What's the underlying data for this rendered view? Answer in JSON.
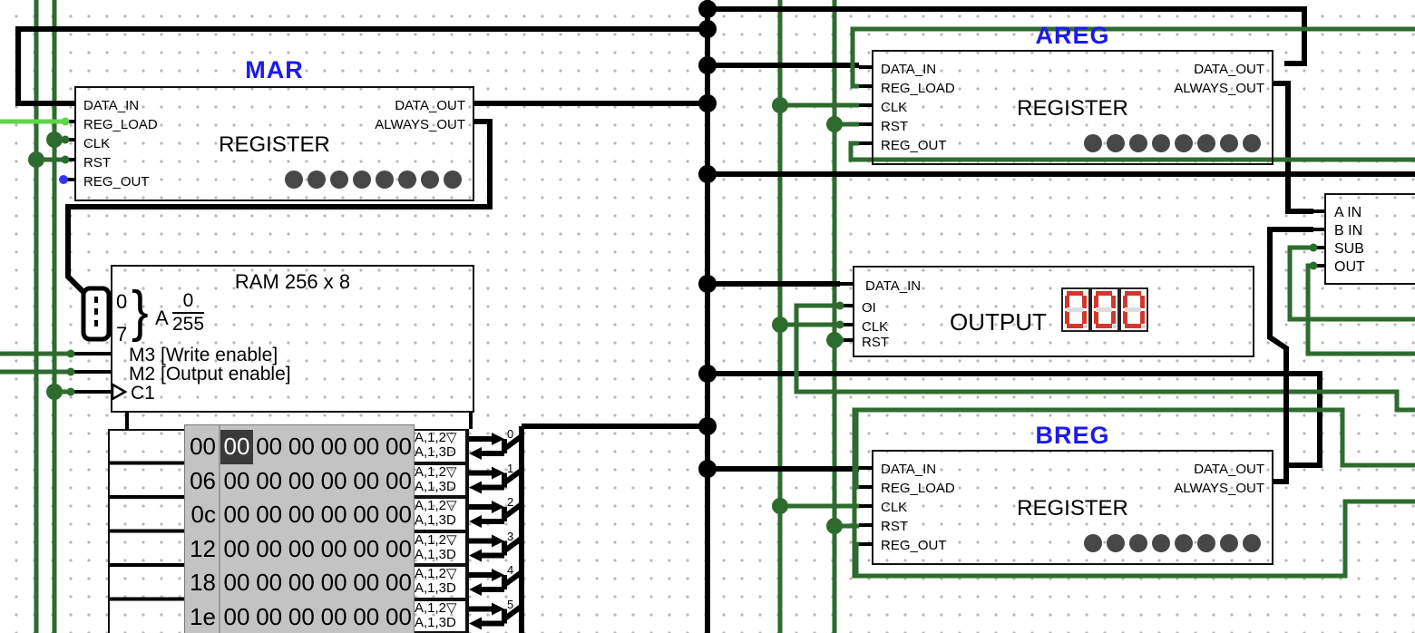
{
  "colors": {
    "wire_black": "#000000",
    "wire_green_low": "#2e6b2e",
    "wire_green_high": "#5ed648",
    "pin_blue": "#1b1beb",
    "title_blue": "#1b1beb",
    "led_gray": "#474747",
    "segment_red": "#d3372c",
    "segment_off": "#dcdcdc",
    "table_gray": "#c3c3c3",
    "highlight_bg": "#3a3a3a",
    "highlight_fg": "#ffffff"
  },
  "registers": {
    "mar": {
      "title": "MAR",
      "center_label": "REGISTER",
      "pins_left": [
        "DATA_IN",
        "REG_LOAD",
        "CLK",
        "RST",
        "REG_OUT"
      ],
      "pins_right": [
        "DATA_OUT",
        "ALWAYS_OUT"
      ],
      "led_count": 8
    },
    "areg": {
      "title": "AREG",
      "center_label": "REGISTER",
      "pins_left": [
        "DATA_IN",
        "REG_LOAD",
        "CLK",
        "RST",
        "REG_OUT"
      ],
      "pins_right": [
        "DATA_OUT",
        "ALWAYS_OUT"
      ],
      "led_count": 8
    },
    "breg": {
      "title": "BREG",
      "center_label": "REGISTER",
      "pins_left": [
        "DATA_IN",
        "REG_LOAD",
        "CLK",
        "RST",
        "REG_OUT"
      ],
      "pins_right": [
        "DATA_OUT",
        "ALWAYS_OUT"
      ],
      "led_count": 8
    }
  },
  "ram": {
    "title": "RAM 256 x 8",
    "addr_pin_low": "0",
    "addr_pin_high": "7",
    "addr_letter": "A",
    "addr_frac_top": "0",
    "addr_frac_bottom": "255",
    "write_enable_label": "M3 [Write enable]",
    "output_enable_label": "M2 [Output enable]",
    "clock_label": "C1",
    "port_line1": "A,1,2▽",
    "port_line2": "A,1,3D",
    "pin_numbers": [
      "0",
      "1",
      "2",
      "3",
      "4",
      "5"
    ],
    "contents": {
      "addresses": [
        "00",
        "06",
        "0c",
        "12",
        "18",
        "1e"
      ],
      "rows": [
        [
          "00",
          "00",
          "00",
          "00",
          "00",
          "00"
        ],
        [
          "00",
          "00",
          "00",
          "00",
          "00",
          "00"
        ],
        [
          "00",
          "00",
          "00",
          "00",
          "00",
          "00"
        ],
        [
          "00",
          "00",
          "00",
          "00",
          "00",
          "00"
        ],
        [
          "00",
          "00",
          "00",
          "00",
          "00",
          "00"
        ],
        [
          "00",
          "00",
          "00",
          "00",
          "00",
          "00"
        ]
      ],
      "highlight": {
        "row": 0,
        "col": 0,
        "value": "00"
      }
    }
  },
  "output_display": {
    "pins": [
      "DATA_IN",
      "OI",
      "CLK",
      "RST"
    ],
    "label": "OUTPUT",
    "digits": [
      "0",
      "0",
      "0"
    ]
  },
  "adder": {
    "pins": [
      "A IN",
      "B IN",
      "SUB",
      "OUT"
    ]
  }
}
